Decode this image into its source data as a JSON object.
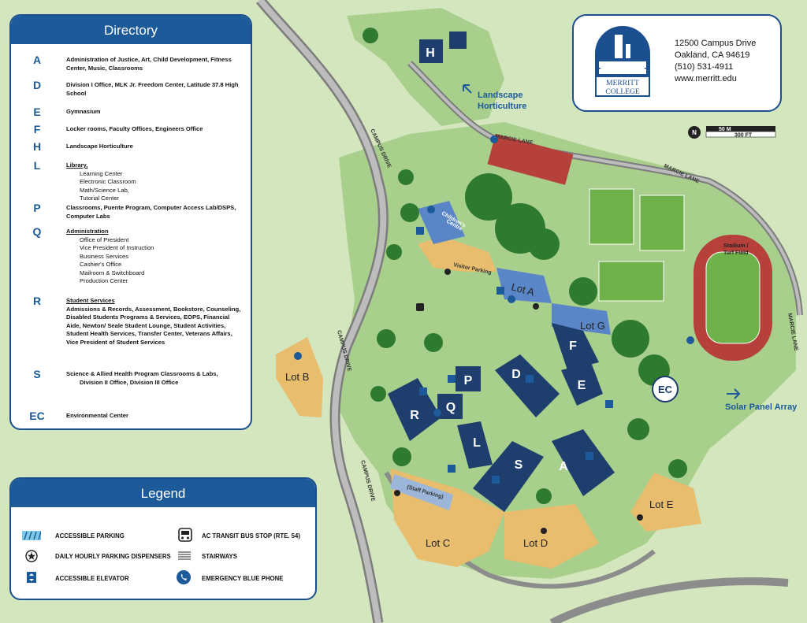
{
  "directory": {
    "title": "Directory",
    "entries": [
      {
        "letter": "A",
        "lines": [
          "Administration of Justice, Art, Child Development, Fitness Center, Music, Classrooms"
        ]
      },
      {
        "letter": "D",
        "lines": [
          "Division I Office, MLK Jr. Freedom Center, Latitude 37.8 High School"
        ]
      },
      {
        "letter": "E",
        "lines": [
          "Gymnasium"
        ]
      },
      {
        "letter": "F",
        "lines": [
          "Locker rooms, Faculty Offices, Engineers Office"
        ]
      },
      {
        "letter": "H",
        "lines": [
          "Landscape Horticulture"
        ]
      },
      {
        "letter": "L",
        "heading": "Library,",
        "sub": [
          "Learning Center",
          "Electronic Classroom",
          "Math/Science Lab,",
          "Tutorial Center"
        ]
      },
      {
        "letter": "P",
        "lines": [
          "Classrooms, Puente Program, Computer Access Lab/DSPS, Computer Labs"
        ]
      },
      {
        "letter": "Q",
        "heading": "Administration",
        "sub": [
          "Office of President",
          "Vice President of Instruction",
          "Business Services",
          "Cashier's Office",
          "Mailroom & Switchboard",
          "Production Center"
        ]
      },
      {
        "letter": "R",
        "heading": "Student Services",
        "lines": [
          "Admissions & Records, Assessment, Bookstore, Counseling, Disabled Students Programs & Services, EOPS, Financial Aide, Newton/ Seale Student Lounge, Student Activities, Student Health Services, Transfer Center, Veterans Affairs, Vice President of Student Services"
        ]
      },
      {
        "letter": "S",
        "lines": [
          "Science & Allied Health Program Classrooms & Labs,"
        ],
        "indented": [
          "Division II Office, Division III Office"
        ]
      },
      {
        "letter": "EC",
        "lines": [
          "Environmental Center"
        ]
      }
    ]
  },
  "legend": {
    "title": "Legend",
    "items": [
      {
        "label": "ACCESSIBLE PARKING",
        "icon": "accessible-parking-icon"
      },
      {
        "label": "DAILY HOURLY PARKING DISPENSERS",
        "icon": "star-icon"
      },
      {
        "label": "ACCESSIBLE ELEVATOR",
        "icon": "elevator-icon"
      },
      {
        "label": "AC TRANSIT BUS STOP (RTE. 54)",
        "icon": "bus-icon"
      },
      {
        "label": "STAIRWAYS",
        "icon": "stairs-icon"
      },
      {
        "label": "EMERGENCY BLUE PHONE",
        "icon": "phone-icon"
      }
    ]
  },
  "info": {
    "logo_text_1": "MERRITT",
    "logo_text_2": "COLLEGE",
    "address_1": "12500 Campus Drive",
    "address_2": "Oakland, CA 94619",
    "phone": "(510) 531-4911",
    "website": "www.merritt.edu"
  },
  "scale": {
    "meters": "50 M",
    "feet": "300 FT",
    "north": "N"
  },
  "labels": {
    "landscape_1": "Landscape",
    "landscape_2": "Horticulture",
    "solar": "Solar Panel Array",
    "campus_drive": "CAMPUS DRIVE",
    "marcie_lane": "MARCIE LANE",
    "visitor_parking": "Visitor Parking",
    "staff_parking": "(Staff Parking)",
    "childrens_1": "Children's",
    "childrens_2": "Centre",
    "stadium_1": "Stadium /",
    "stadium_2": "Turf Field",
    "lot_prefix": "Lot",
    "lots": [
      "A",
      "B",
      "C",
      "D",
      "E",
      "G"
    ],
    "buildings": [
      "H",
      "D",
      "F",
      "E",
      "P",
      "Q",
      "R",
      "L",
      "S",
      "A",
      "EC"
    ]
  },
  "colors": {
    "building": "#1e3f6e",
    "lot": "#e8bd6e",
    "lot_blue": "#5a86c8",
    "road": "#8c8c8c",
    "grass": "#cfe3b6",
    "accent": "#1c5a99"
  }
}
